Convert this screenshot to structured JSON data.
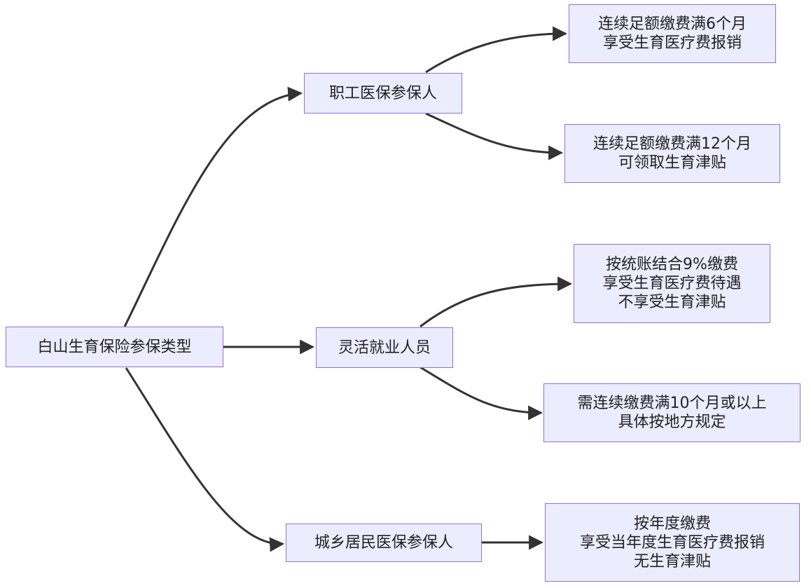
{
  "diagram": {
    "root": {
      "label": "白山生育保险参保类型"
    },
    "categories": [
      {
        "label": "职工医保参保人",
        "outcomes": [
          {
            "lines": [
              "连续足额缴费满6个月",
              "享受生育医疗费报销"
            ]
          },
          {
            "lines": [
              "连续足额缴费满12个月",
              "可领取生育津贴"
            ]
          }
        ]
      },
      {
        "label": "灵活就业人员",
        "outcomes": [
          {
            "lines": [
              "按统账结合9%缴费",
              "享受生育医疗费待遇",
              "不享受生育津贴"
            ]
          },
          {
            "lines": [
              "需连续缴费满10个月或以上",
              "具体按地方规定"
            ]
          }
        ]
      },
      {
        "label": "城乡居民医保参保人",
        "outcomes": [
          {
            "lines": [
              "按年度缴费",
              "享受当年度生育医疗费报销",
              "无生育津贴"
            ]
          }
        ]
      }
    ]
  },
  "colors": {
    "node_fill": "#ECECFF",
    "node_border": "#9370DB",
    "edge": "#333333",
    "text": "#222222"
  }
}
